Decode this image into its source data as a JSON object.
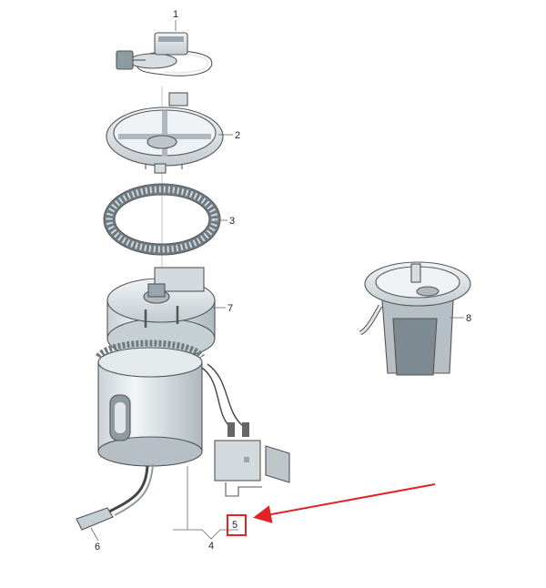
{
  "callouts": {
    "c1": "1",
    "c2": "2",
    "c3": "3",
    "c4": "4",
    "c5": "5",
    "c6": "6",
    "c7": "7",
    "c8": "8"
  },
  "colors": {
    "part_fill": "#e7ecef",
    "part_shadow": "#b9c3c8",
    "part_dark": "#7d8a91",
    "outline": "#555555",
    "highlight": "#e32226"
  },
  "highlighted_callout": "5"
}
